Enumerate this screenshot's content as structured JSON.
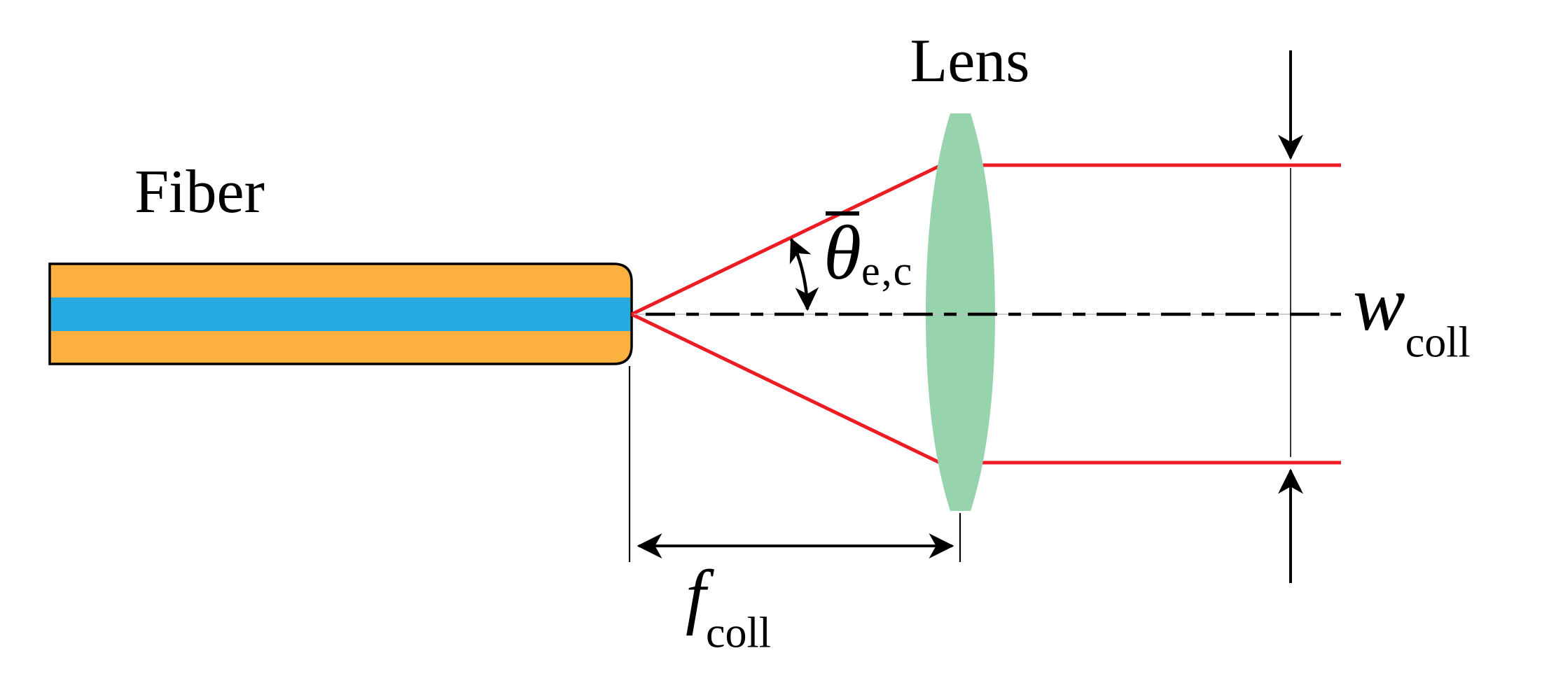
{
  "title": "Fiber collimation optics diagram",
  "labels": {
    "fiber": "Fiber",
    "lens": "Lens",
    "divergence_angle": {
      "symbol": "θ",
      "accent": "bar",
      "subscript": "e,c"
    },
    "focal_length": {
      "symbol": "f",
      "subscript": "coll"
    },
    "beam_width": {
      "symbol": "w",
      "subscript": "coll"
    }
  },
  "colors": {
    "fiber_cladding": "#FBB040",
    "fiber_core": "#27AAE1",
    "lens": "#97D3AC",
    "ray": "#EC1C24",
    "ink": "#000000",
    "axis_underlay": "#BDBDBD",
    "background": "#FFFFFF"
  }
}
